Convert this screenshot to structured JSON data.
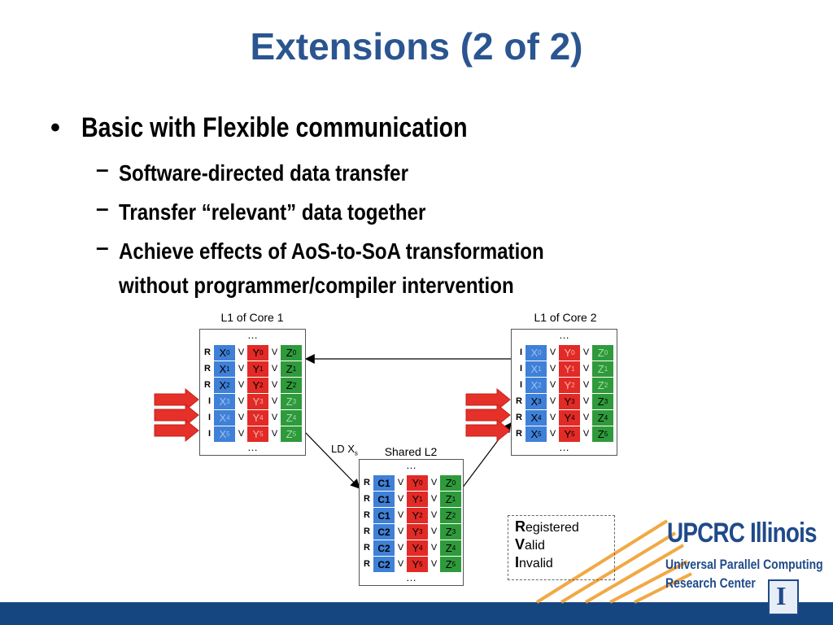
{
  "title": "Extensions (2 of 2)",
  "bullets": {
    "main": "Basic with Flexible communication",
    "subs": [
      "Software-directed data transfer",
      "Transfer “relevant” data together",
      "Achieve effects of AoS-to-SoA transformation without programmer/compiler intervention"
    ]
  },
  "diagram": {
    "core1_label": "L1 of Core 1",
    "core2_label": "L1 of Core 2",
    "l2_label": "Shared L2",
    "ld_label": "LD X",
    "ld_sub": "s",
    "ellipsis": "…",
    "core1_rows": [
      {
        "state": "R",
        "x": "X",
        "xs": "0",
        "y": "Y",
        "ys": "0",
        "z": "Z",
        "zs": "0"
      },
      {
        "state": "R",
        "x": "X",
        "xs": "1",
        "y": "Y",
        "ys": "1",
        "z": "Z",
        "zs": "1"
      },
      {
        "state": "R",
        "x": "X",
        "xs": "2",
        "y": "Y",
        "ys": "2",
        "z": "Z",
        "zs": "2"
      },
      {
        "state": "I",
        "x": "X",
        "xs": "3",
        "y": "Y",
        "ys": "3",
        "z": "Z",
        "zs": "3"
      },
      {
        "state": "I",
        "x": "X",
        "xs": "4",
        "y": "Y",
        "ys": "4",
        "z": "Z",
        "zs": "4"
      },
      {
        "state": "I",
        "x": "X",
        "xs": "5",
        "y": "Y",
        "ys": "5",
        "z": "Z",
        "zs": "5"
      }
    ],
    "core2_rows": [
      {
        "state": "I",
        "x": "X",
        "xs": "0",
        "y": "Y",
        "ys": "0",
        "z": "Z",
        "zs": "0"
      },
      {
        "state": "I",
        "x": "X",
        "xs": "1",
        "y": "Y",
        "ys": "1",
        "z": "Z",
        "zs": "1"
      },
      {
        "state": "I",
        "x": "X",
        "xs": "2",
        "y": "Y",
        "ys": "2",
        "z": "Z",
        "zs": "2"
      },
      {
        "state": "R",
        "x": "X",
        "xs": "3",
        "y": "Y",
        "ys": "3",
        "z": "Z",
        "zs": "3"
      },
      {
        "state": "R",
        "x": "X",
        "xs": "4",
        "y": "Y",
        "ys": "4",
        "z": "Z",
        "zs": "4"
      },
      {
        "state": "R",
        "x": "X",
        "xs": "5",
        "y": "Y",
        "ys": "5",
        "z": "Z",
        "zs": "5"
      }
    ],
    "l2_rows": [
      {
        "state": "R",
        "x": "C1",
        "y": "Y",
        "ys": "0",
        "z": "Z",
        "zs": "0"
      },
      {
        "state": "R",
        "x": "C1",
        "y": "Y",
        "ys": "1",
        "z": "Z",
        "zs": "1"
      },
      {
        "state": "R",
        "x": "C1",
        "y": "Y",
        "ys": "2",
        "z": "Z",
        "zs": "2"
      },
      {
        "state": "R",
        "x": "C2",
        "y": "Y",
        "ys": "3",
        "z": "Z",
        "zs": "3"
      },
      {
        "state": "R",
        "x": "C2",
        "y": "Y",
        "ys": "4",
        "z": "Z",
        "zs": "4"
      },
      {
        "state": "R",
        "x": "C2",
        "y": "Y",
        "ys": "5",
        "z": "Z",
        "zs": "5"
      }
    ],
    "valid_mark": "V"
  },
  "legend": [
    {
      "key": "R",
      "rest": "egistered"
    },
    {
      "key": "V",
      "rest": "alid"
    },
    {
      "key": "I",
      "rest": "nvalid"
    }
  ],
  "logo": {
    "line1": "UPCRC Illinois",
    "line2": "Universal Parallel Computing",
    "line3": "Research Center",
    "emblem": "I"
  },
  "colors": {
    "title": "#2a5590",
    "x_field": "#3f80d8",
    "y_field": "#e22a26",
    "z_field": "#2e9a3b",
    "footer_bar": "#16467f",
    "accent_orange": "#f0a030"
  }
}
